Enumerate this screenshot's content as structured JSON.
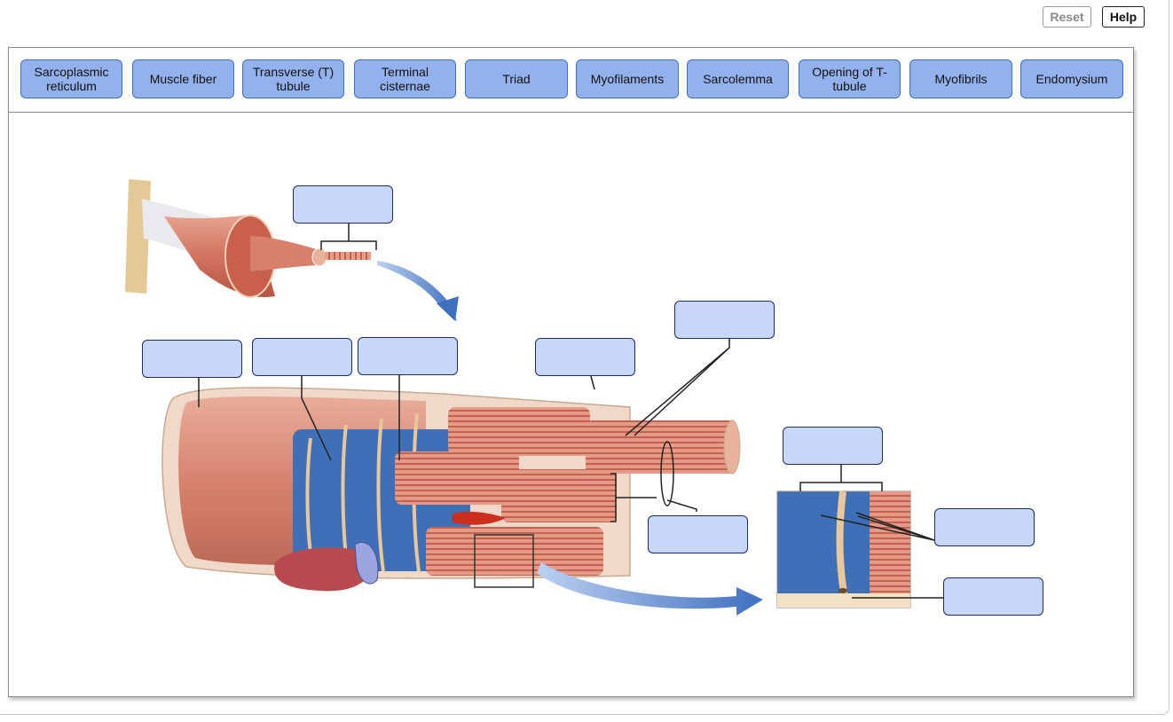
{
  "toolbar": {
    "reset_label": "Reset",
    "help_label": "Help"
  },
  "label_bank": [
    "Sarcoplasmic reticulum",
    "Muscle fiber",
    "Transverse (T) tubule",
    "Terminal cisternae",
    "Triad",
    "Myofilaments",
    "Sarcolemma",
    "Opening of T-tubule",
    "Myofibrils",
    "Endomysium"
  ],
  "colors": {
    "tile_fill": "#93b1ec",
    "tile_border": "#3d6fc9",
    "target_fill": "#c8d6f7",
    "target_border": "#1c2d66",
    "muscle": "#d9806a",
    "reticulum": "#3f6fb6",
    "arrow": "#4f7cc8"
  }
}
